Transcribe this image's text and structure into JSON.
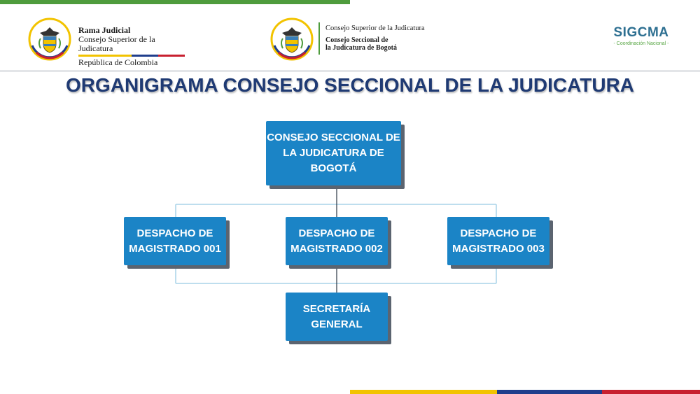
{
  "header": {
    "logo1": {
      "line1": "Rama Judicial",
      "line2": "Consejo Superior de la Judicatura",
      "line3": "República de Colombia"
    },
    "logo2": {
      "line1": "Consejo Superior de la Judicatura",
      "line2": "Consejo Seccional de",
      "line3": "la Judicatura de Bogotá"
    },
    "sigcma": {
      "name": "SIGCMA",
      "subtitle": "- Coordinación Nacional -"
    }
  },
  "title": "ORGANIGRAMA CONSEJO SECCIONAL DE LA JUDICATURA",
  "org": {
    "root": "CONSEJO SECCIONAL DE\nLA JUDICATURA DE\nBOGOTÁ",
    "despachos": [
      "DESPACHO DE\nMAGISTRADO 001",
      "DESPACHO DE\nMAGISTRADO 002",
      "DESPACHO DE\nMAGISTRADO 003"
    ],
    "secretaria": "SECRETARÍA\nGENERAL"
  },
  "colors": {
    "box": "#1b84c6",
    "box_shadow": "#5b6470",
    "title": "#1f3a73",
    "connector": "#a9d3e8",
    "green": "#4f9c3d",
    "yellow": "#f2c300",
    "blue": "#1f3e8c",
    "red": "#c8202f"
  }
}
